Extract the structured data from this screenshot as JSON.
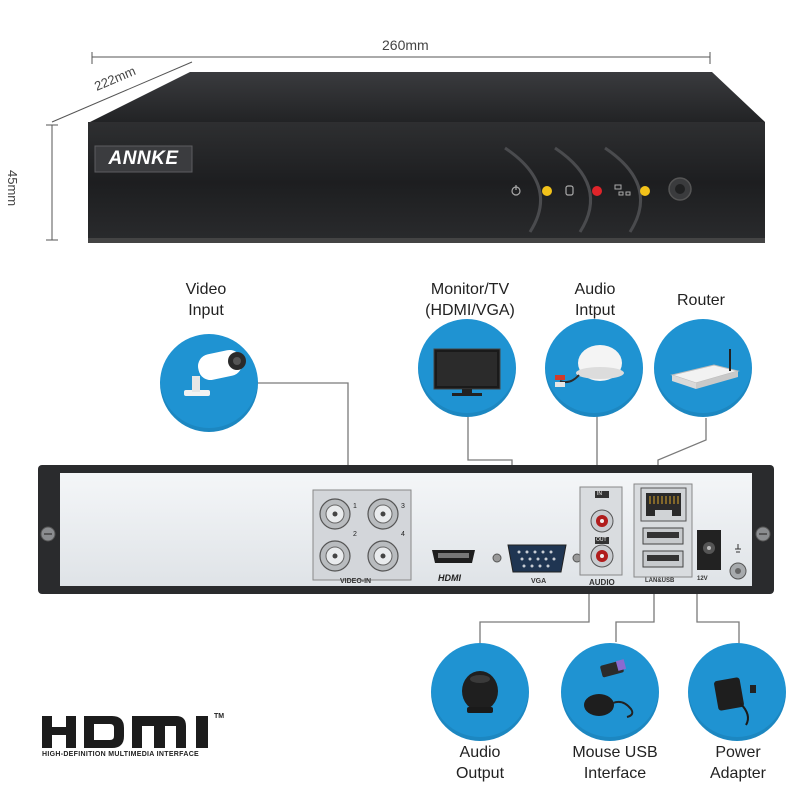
{
  "dimensions": {
    "width": "260mm",
    "depth": "222mm",
    "height": "45mm"
  },
  "device": {
    "brand": "ANNKE"
  },
  "rear_panel": {
    "video_in": "VIDEO-IN",
    "vga": "VGA",
    "hdmi": "HDMI",
    "audio": "AUDIO",
    "audio_in": "IN",
    "audio_out": "OUT",
    "lan_usb": "LAN&USB",
    "power": "12V",
    "channels": [
      "1",
      "2",
      "3",
      "4"
    ]
  },
  "connections": {
    "video_input": [
      "Video",
      "Input"
    ],
    "monitor": [
      "Monitor/TV",
      "(HDMI/VGA)"
    ],
    "audio_input": [
      "Audio",
      "Intput"
    ],
    "router": "Router",
    "audio_output": [
      "Audio",
      "Output"
    ],
    "mouse_usb": [
      "Mouse USB",
      "Interface"
    ],
    "power_adapter": [
      "Power",
      "Adapter"
    ]
  },
  "hdmi_logo": {
    "tm": "TM",
    "subtitle": "HIGH-DEFINITION MULTIMEDIA INTERFACE"
  },
  "colors": {
    "accent": "#1f93d2",
    "device_body": "#2b2c2e",
    "panel": "#e9ecef",
    "led_yellow": "#f2c21a",
    "led_red": "#e0242a"
  }
}
